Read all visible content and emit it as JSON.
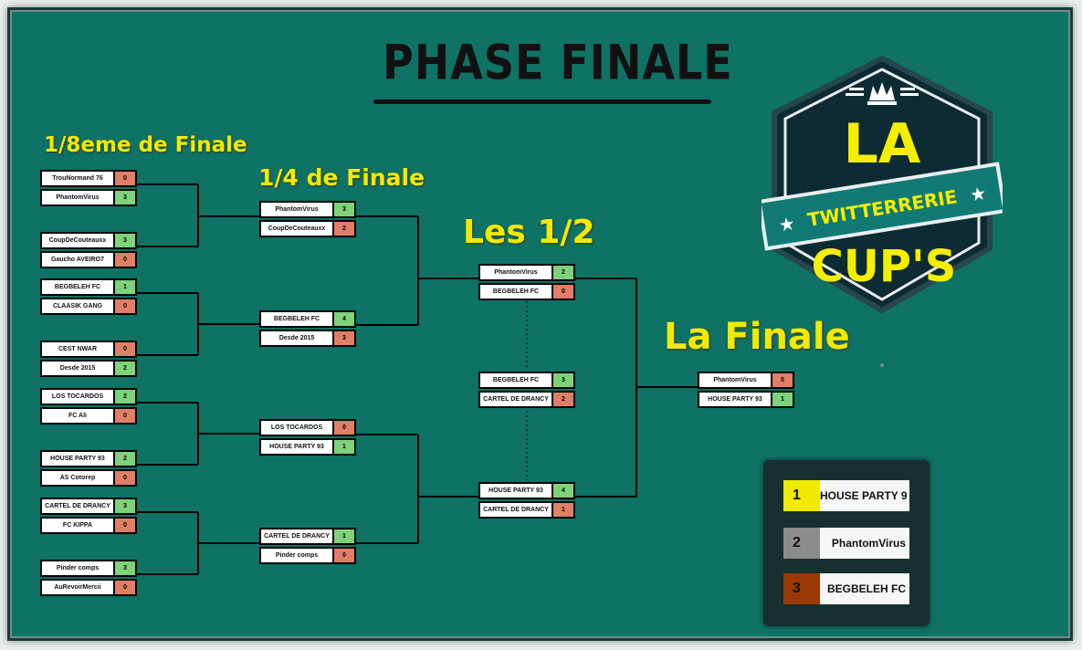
{
  "title": "PHASE FINALE",
  "rounds": {
    "r16": "1/8eme de Finale",
    "r8": "1/4 de Finale",
    "r4": "Les 1/2",
    "final": "La Finale"
  },
  "logo": {
    "top": "LA",
    "banner": "TWITTERRERIE",
    "bottom": "CUP'S"
  },
  "colors": {
    "board": "#0e7265",
    "win": "#7ed37a",
    "lose": "#e07e68",
    "title_yellow": "#f1ea00",
    "gold": "#f1ea00",
    "silver": "#8c8c8c",
    "bronze": "#9b3a05"
  },
  "matches": {
    "r16": [
      {
        "teams": [
          {
            "name": "TrouNormand 76",
            "score": "0",
            "win": false
          },
          {
            "name": "PhantomVirus",
            "score": "3",
            "win": true
          }
        ]
      },
      {
        "teams": [
          {
            "name": "CoupDeCouteauxx",
            "score": "3",
            "win": true
          },
          {
            "name": "Gaucho AVEIRO7",
            "score": "0",
            "win": false
          }
        ]
      },
      {
        "teams": [
          {
            "name": "BEGBELEH FC",
            "score": "1",
            "win": true
          },
          {
            "name": "CLAASIK GANG",
            "score": "0",
            "win": false
          }
        ]
      },
      {
        "teams": [
          {
            "name": "CEST NWAR",
            "score": "0",
            "win": false
          },
          {
            "name": "Desde 2015",
            "score": "2",
            "win": true
          }
        ]
      },
      {
        "teams": [
          {
            "name": "LOS TOCARDOS",
            "score": "2",
            "win": true
          },
          {
            "name": "FC Ali",
            "score": "0",
            "win": false
          }
        ]
      },
      {
        "teams": [
          {
            "name": "HOUSE PARTY 93",
            "score": "2",
            "win": true
          },
          {
            "name": "AS Cotorep",
            "score": "0",
            "win": false
          }
        ]
      },
      {
        "teams": [
          {
            "name": "CARTEL DE DRANCY",
            "score": "3",
            "win": true
          },
          {
            "name": "FC KIPPA",
            "score": "0",
            "win": false
          }
        ]
      },
      {
        "teams": [
          {
            "name": "Pinder comps",
            "score": "3",
            "win": true
          },
          {
            "name": "AuRevoirMercii",
            "score": "0",
            "win": false
          }
        ]
      }
    ],
    "r8": [
      {
        "teams": [
          {
            "name": "PhantomVirus",
            "score": "3",
            "win": true
          },
          {
            "name": "CoupDeCouteauxx",
            "score": "2",
            "win": false
          }
        ]
      },
      {
        "teams": [
          {
            "name": "BEGBELEH FC",
            "score": "4",
            "win": true
          },
          {
            "name": "Desde 2015",
            "score": "3",
            "win": false
          }
        ]
      },
      {
        "teams": [
          {
            "name": "LOS TOCARDOS",
            "score": "0",
            "win": false
          },
          {
            "name": "HOUSE PARTY 93",
            "score": "1",
            "win": true
          }
        ]
      },
      {
        "teams": [
          {
            "name": "CARTEL DE DRANCY",
            "score": "1",
            "win": true
          },
          {
            "name": "Pinder comps",
            "score": "0",
            "win": false
          }
        ]
      }
    ],
    "r4": [
      {
        "teams": [
          {
            "name": "PhantomVirus",
            "score": "2",
            "win": true
          },
          {
            "name": "BEGBELEH FC",
            "score": "0",
            "win": false
          }
        ]
      },
      {
        "teams": [
          {
            "name": "BEGBELEH FC",
            "score": "3",
            "win": true
          },
          {
            "name": "CARTEL DE DRANCY",
            "score": "2",
            "win": false
          }
        ]
      },
      {
        "teams": [
          {
            "name": "HOUSE PARTY 93",
            "score": "4",
            "win": true
          },
          {
            "name": "CARTEL DE DRANCY",
            "score": "1",
            "win": false
          }
        ]
      }
    ],
    "final": [
      {
        "teams": [
          {
            "name": "PhantomVirus",
            "score": "0",
            "win": false
          },
          {
            "name": "HOUSE PARTY 93",
            "score": "1",
            "win": true
          }
        ]
      }
    ]
  },
  "podium": [
    {
      "rank": "1",
      "name": "HOUSE PARTY 9",
      "medal": "gold"
    },
    {
      "rank": "2",
      "name": "PhantomVirus",
      "medal": "silver"
    },
    {
      "rank": "3",
      "name": "BEGBELEH FC",
      "medal": "bronze"
    }
  ]
}
